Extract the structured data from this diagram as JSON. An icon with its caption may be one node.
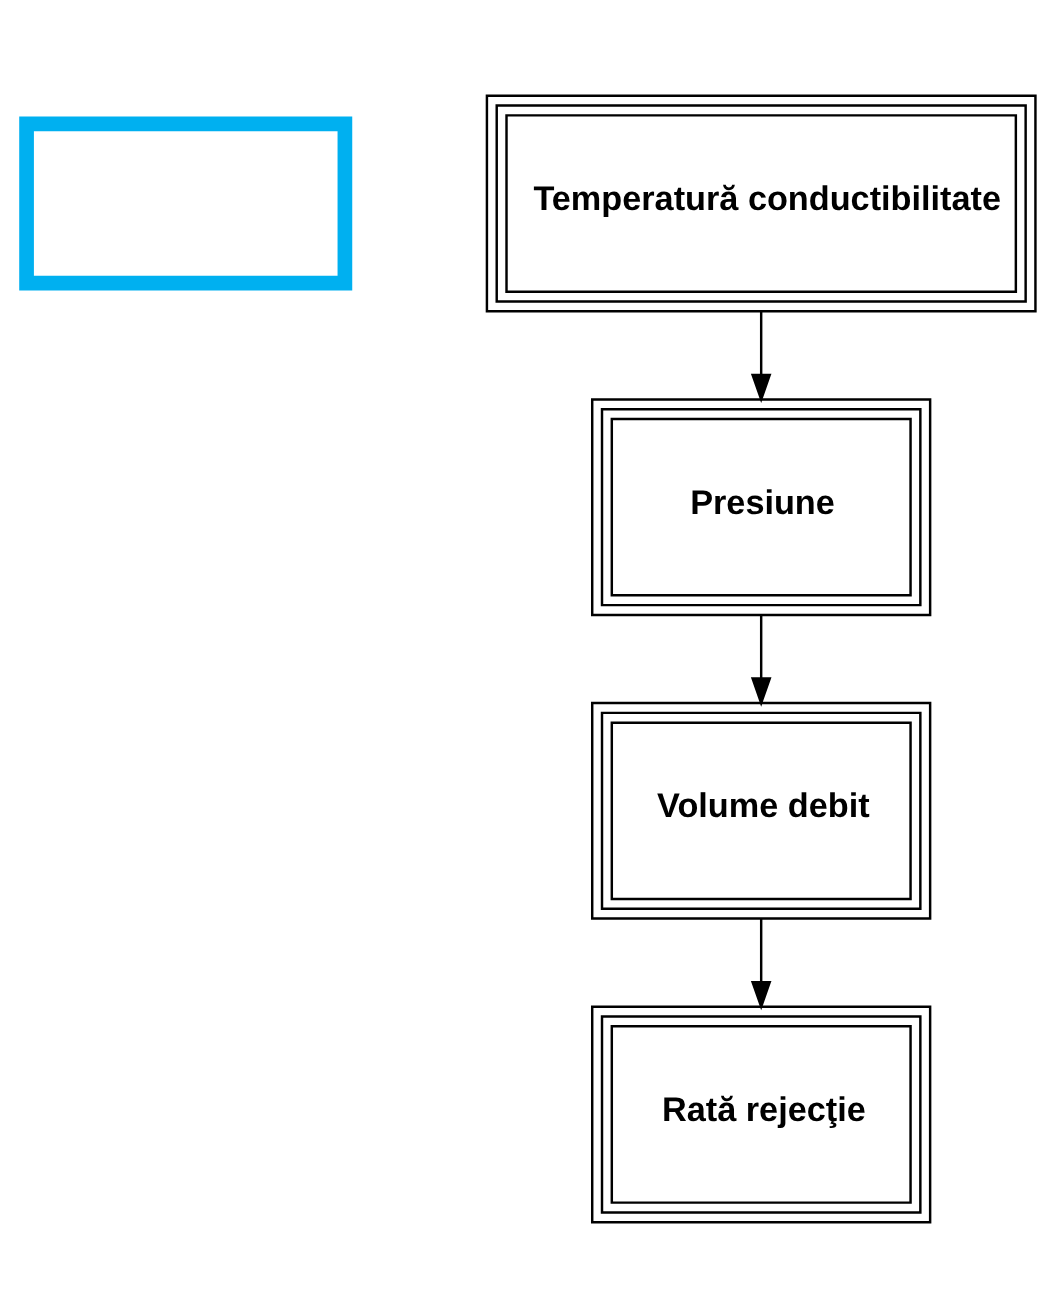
{
  "diagram": {
    "nodes": [
      {
        "text": [],
        "shape": "box"
      },
      {
        "text": [
          "Temperatură conductibilitate"
        ]
      },
      {
        "text": [
          "Presiune"
        ]
      },
      {
        "text": [
          "Volume debit"
        ]
      },
      {
        "text": [
          "Rată rejecţie"
        ]
      }
    ],
    "edges": [
      {
        "from": 1,
        "to": 2,
        "arrow": "to"
      },
      {
        "from": 2,
        "to": 3,
        "arrow": "to"
      },
      {
        "from": 3,
        "to": 4,
        "arrow": "to"
      }
    ]
  }
}
